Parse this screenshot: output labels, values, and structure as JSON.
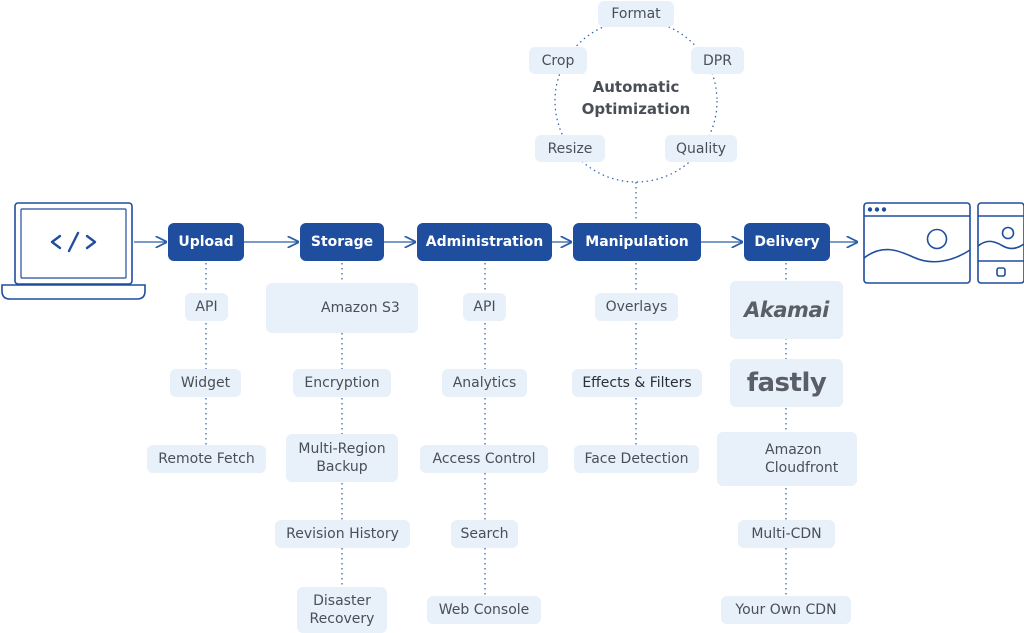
{
  "stages": {
    "upload": "Upload",
    "storage": "Storage",
    "administration": "Administration",
    "manipulation": "Manipulation",
    "delivery": "Delivery"
  },
  "optimization": {
    "title_line1": "Automatic",
    "title_line2": "Optimization",
    "format": "Format",
    "crop": "Crop",
    "dpr": "DPR",
    "resize": "Resize",
    "quality": "Quality"
  },
  "upload_items": [
    "API",
    "Widget",
    "Remote Fetch"
  ],
  "storage_items": {
    "amazon_s3": "Amazon S3",
    "encryption": "Encryption",
    "multi_region_line1": "Multi-Region",
    "multi_region_line2": "Backup",
    "revision_history": "Revision History",
    "disaster_line1": "Disaster",
    "disaster_line2": "Recovery"
  },
  "administration_items": [
    "API",
    "Analytics",
    "Access Control",
    "Search",
    "Web Console"
  ],
  "manipulation_items": [
    "Overlays",
    "Effects & Filters",
    "Face Detection"
  ],
  "delivery_items": {
    "akamai": "Akamai",
    "fastly": "fastly",
    "cloudfront_line1": "Amazon",
    "cloudfront_line2": "Cloudfront",
    "multi_cdn": "Multi-CDN",
    "own_cdn": "Your Own CDN"
  },
  "colors": {
    "stage": "#1f4e9e",
    "pill": "#e8f0fa",
    "line": "#2a5ea8",
    "text": "#4a4f57"
  },
  "icons": {
    "laptop": "laptop-code-icon",
    "bucket": "bucket-icon",
    "globe": "cloudfront-globe-icon",
    "browser": "browser-window-icon",
    "phone": "mobile-phone-icon"
  }
}
